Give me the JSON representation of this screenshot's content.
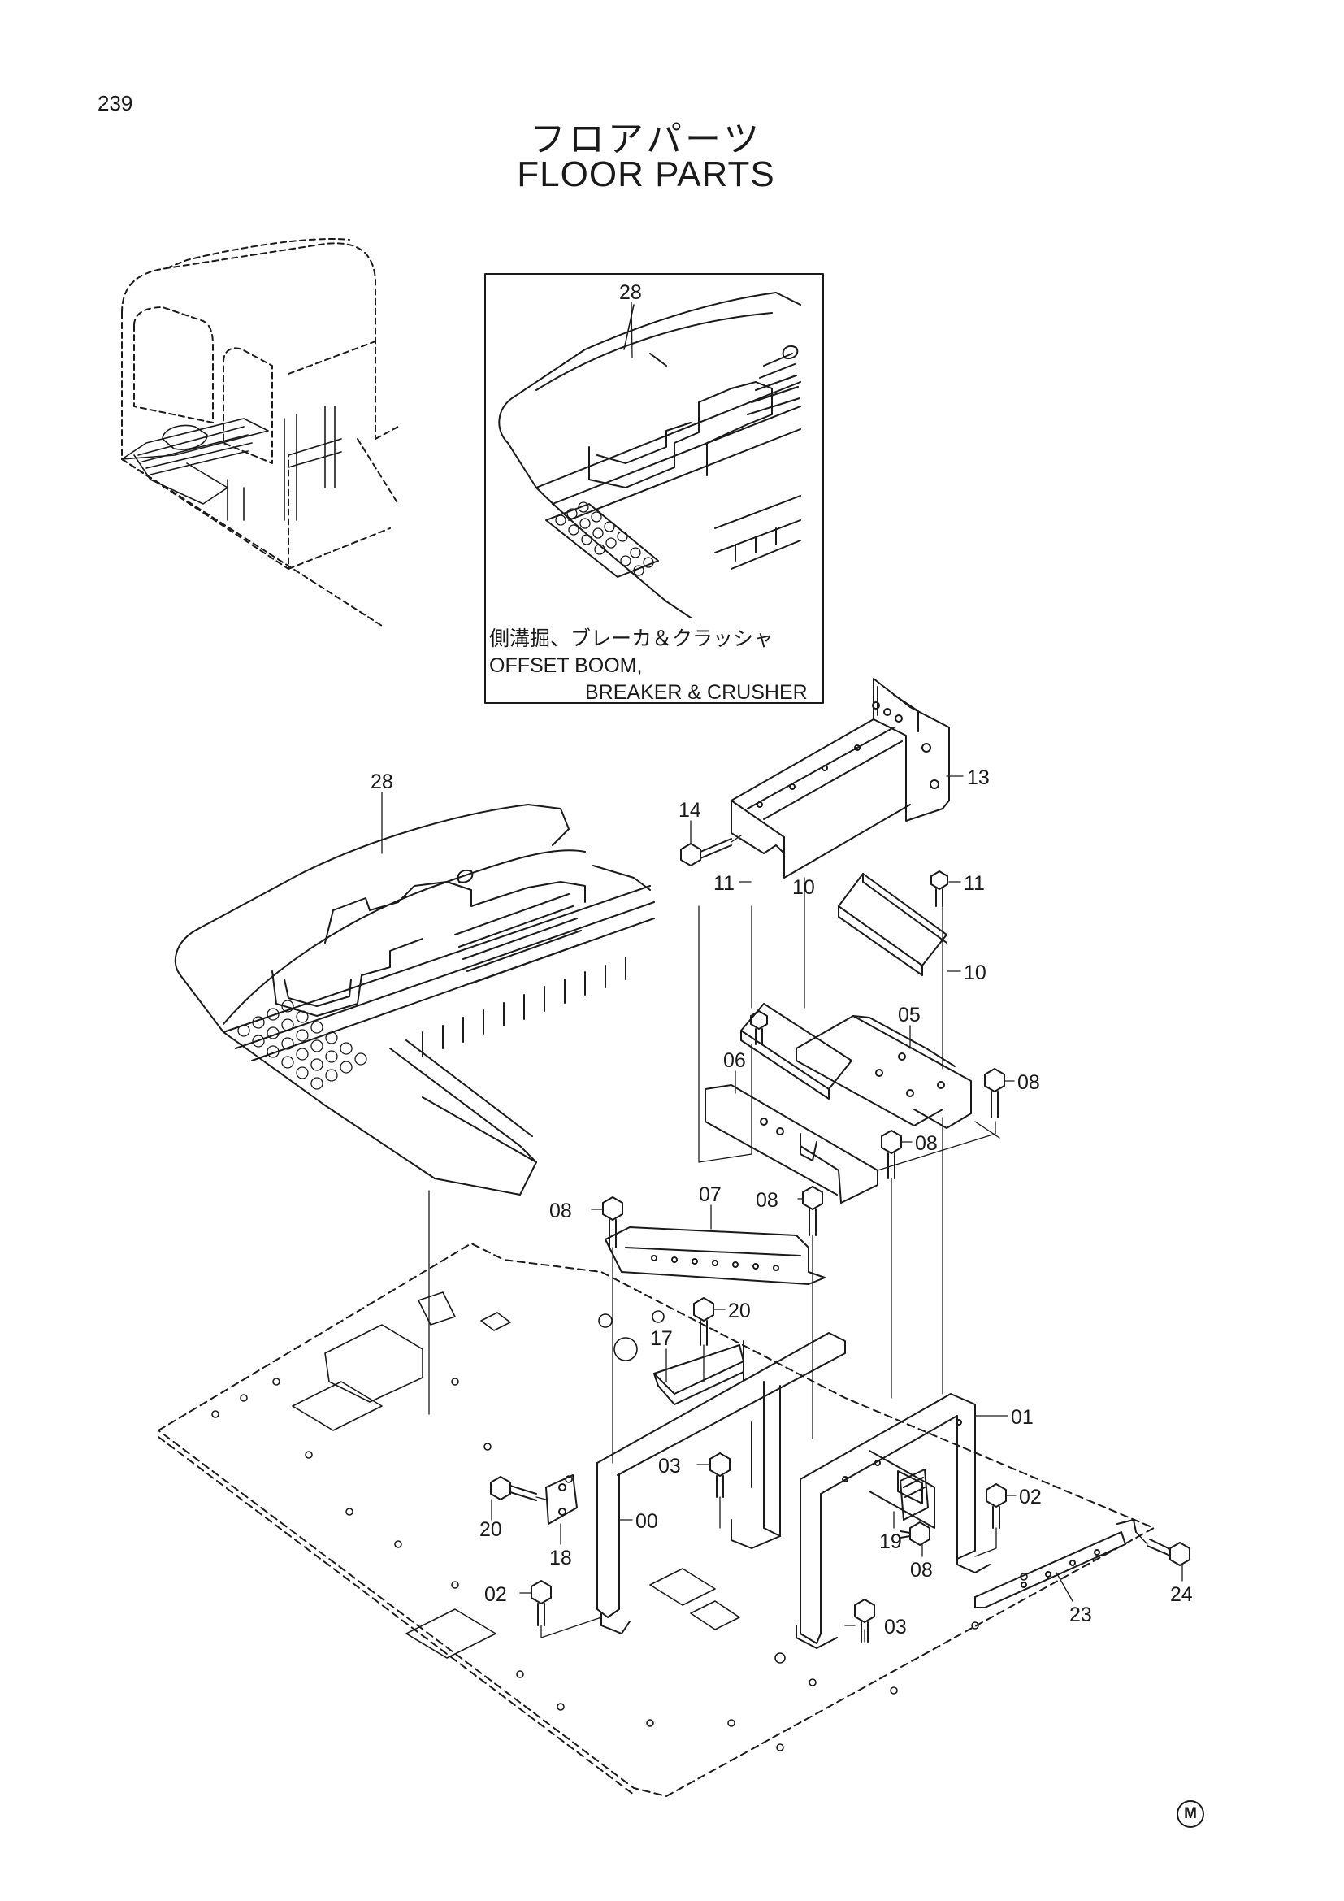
{
  "page_number": "239",
  "title_ja": "フロアパーツ",
  "title_en": "FLOOR PARTS",
  "inset": {
    "part_label": "28",
    "caption_line1": "側溝掘、ブレーカ＆クラッシャ",
    "caption_line2": "OFFSET  BOOM,",
    "caption_line3": "BREAKER & CRUSHER"
  },
  "callouts": {
    "p13": "13",
    "p14": "14",
    "p11a": "11",
    "p11b": "11",
    "p10a": "10",
    "p10b": "10",
    "p05": "05",
    "p06": "06",
    "p08a": "08",
    "p08b": "08",
    "p08c": "08",
    "p08d": "08",
    "p08e": "08",
    "p07": "07",
    "p20a": "20",
    "p20b": "20",
    "p17": "17",
    "p01": "01",
    "p03a": "03",
    "p03b": "03",
    "p02a": "02",
    "p02b": "02",
    "p00": "00",
    "p18": "18",
    "p19": "19",
    "p24": "24",
    "p23": "23",
    "p28": "28"
  },
  "footer_mark": "M"
}
